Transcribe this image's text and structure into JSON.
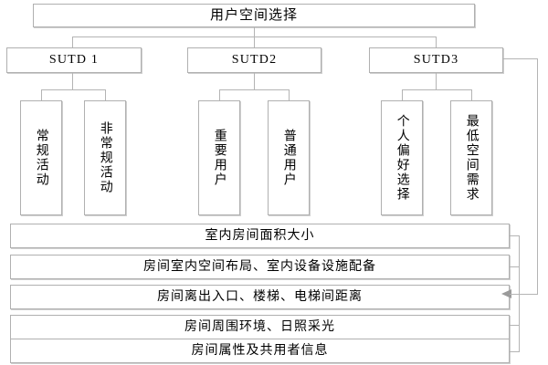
{
  "diagram": {
    "title": "用户空间选择",
    "root": {
      "label": "用户空间选择"
    },
    "groups": [
      {
        "id": "sutd1",
        "label": "SUTD 1",
        "children": [
          {
            "id": "v1",
            "label": "常规活动"
          },
          {
            "id": "v2",
            "label": "非常规活动"
          }
        ]
      },
      {
        "id": "sutd2",
        "label": "SUTD2",
        "children": [
          {
            "id": "v3",
            "label": "重要用户"
          },
          {
            "id": "v4",
            "label": "普通用户"
          }
        ]
      },
      {
        "id": "sutd3",
        "label": "SUTD3",
        "children": [
          {
            "id": "v5",
            "label": "个人偏好选择"
          },
          {
            "id": "v6",
            "label": "最低空间需求"
          }
        ]
      }
    ],
    "attributes": [
      {
        "id": "a1",
        "label": "室内房间面积大小"
      },
      {
        "id": "a2",
        "label": "房间室内空间布局、室内设备设施配备"
      },
      {
        "id": "a3",
        "label": "房间离出入口、楼梯、电梯间距离"
      },
      {
        "id": "a4",
        "label": "房间周围环境、日照采光"
      },
      {
        "id": "a5",
        "label": "房间属性及共用者信息"
      }
    ],
    "colors": {
      "line": "#b4b4b4",
      "border": "#b0b0b0",
      "arrow": "#9a9a9a",
      "background": "#ffffff",
      "text": "#000000"
    }
  }
}
